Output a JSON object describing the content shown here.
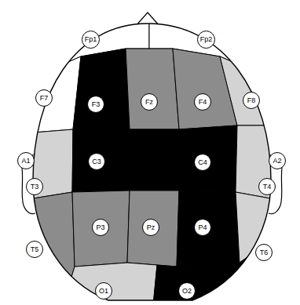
{
  "diagram": {
    "nodes": [
      {
        "text": [
          "Fp1"
        ]
      },
      {
        "text": [
          "Fp2"
        ]
      },
      {
        "text": [
          "F7"
        ]
      },
      {
        "text": [
          "F3"
        ]
      },
      {
        "text": [
          "Fz"
        ]
      },
      {
        "text": [
          "F4"
        ]
      },
      {
        "text": [
          "F8"
        ]
      },
      {
        "text": [
          "A1"
        ]
      },
      {
        "text": [
          "T3"
        ]
      },
      {
        "text": [
          "C3"
        ]
      },
      {
        "text": [
          "C4"
        ]
      },
      {
        "text": [
          "A2"
        ]
      },
      {
        "text": [
          "T4"
        ]
      },
      {
        "text": [
          "T5"
        ]
      },
      {
        "text": [
          "P3"
        ]
      },
      {
        "text": [
          "Pz"
        ]
      },
      {
        "text": [
          "P4"
        ]
      },
      {
        "text": [
          "T6"
        ]
      },
      {
        "text": [
          "O1"
        ]
      },
      {
        "text": [
          "O2"
        ]
      }
    ]
  }
}
